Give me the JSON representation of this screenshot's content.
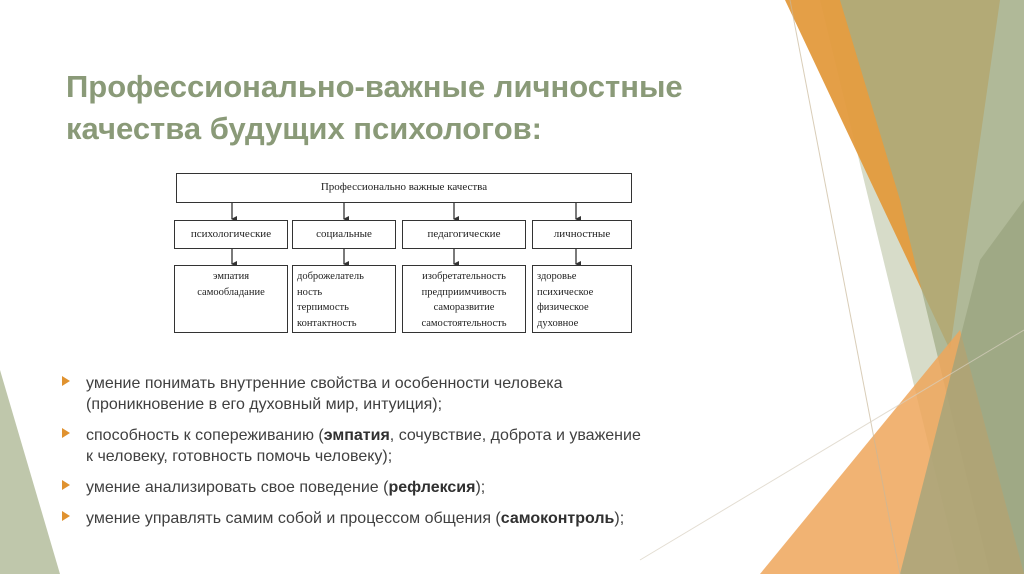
{
  "slide": {
    "title_lines": [
      "Профессионально-важные личностные",
      "качества будущих психологов:"
    ]
  },
  "diagram": {
    "root": "Профессионально важные качества",
    "categories": [
      "психологические",
      "социальные",
      "педагогические",
      "личностные"
    ],
    "items": [
      [
        "эмпатия",
        "самообладание"
      ],
      [
        "доброжелатель",
        "ность",
        "терпимость",
        "контактность"
      ],
      [
        "изобретательность",
        "предприимчивость",
        "саморазвитие",
        "самостоятельность"
      ],
      [
        "здоровье",
        "психическое",
        "физическое",
        "духовное"
      ]
    ]
  },
  "bullets": [
    {
      "parts": [
        "умение понимать внутренние свойства и особенности человека",
        "(проникновение в его духовный мир, интуиция);"
      ]
    },
    {
      "pre": "способность к сопереживанию (",
      "bold": "эмпатия",
      "post": ", сочувствие, доброта и уважение",
      "line2": "к человеку, готовность помочь человеку);"
    },
    {
      "pre": "умение анализировать свое поведение (",
      "bold": "рефлексия",
      "post": ");"
    },
    {
      "pre": "умение управлять самим собой и процессом общения (",
      "bold": "самоконтроль",
      "post": ");"
    }
  ],
  "colors": {
    "title": "#8a9a78",
    "accent_orange": "#e0922f",
    "accent_green": "#a9b48f",
    "bullet_arrow": "#e0922f"
  }
}
